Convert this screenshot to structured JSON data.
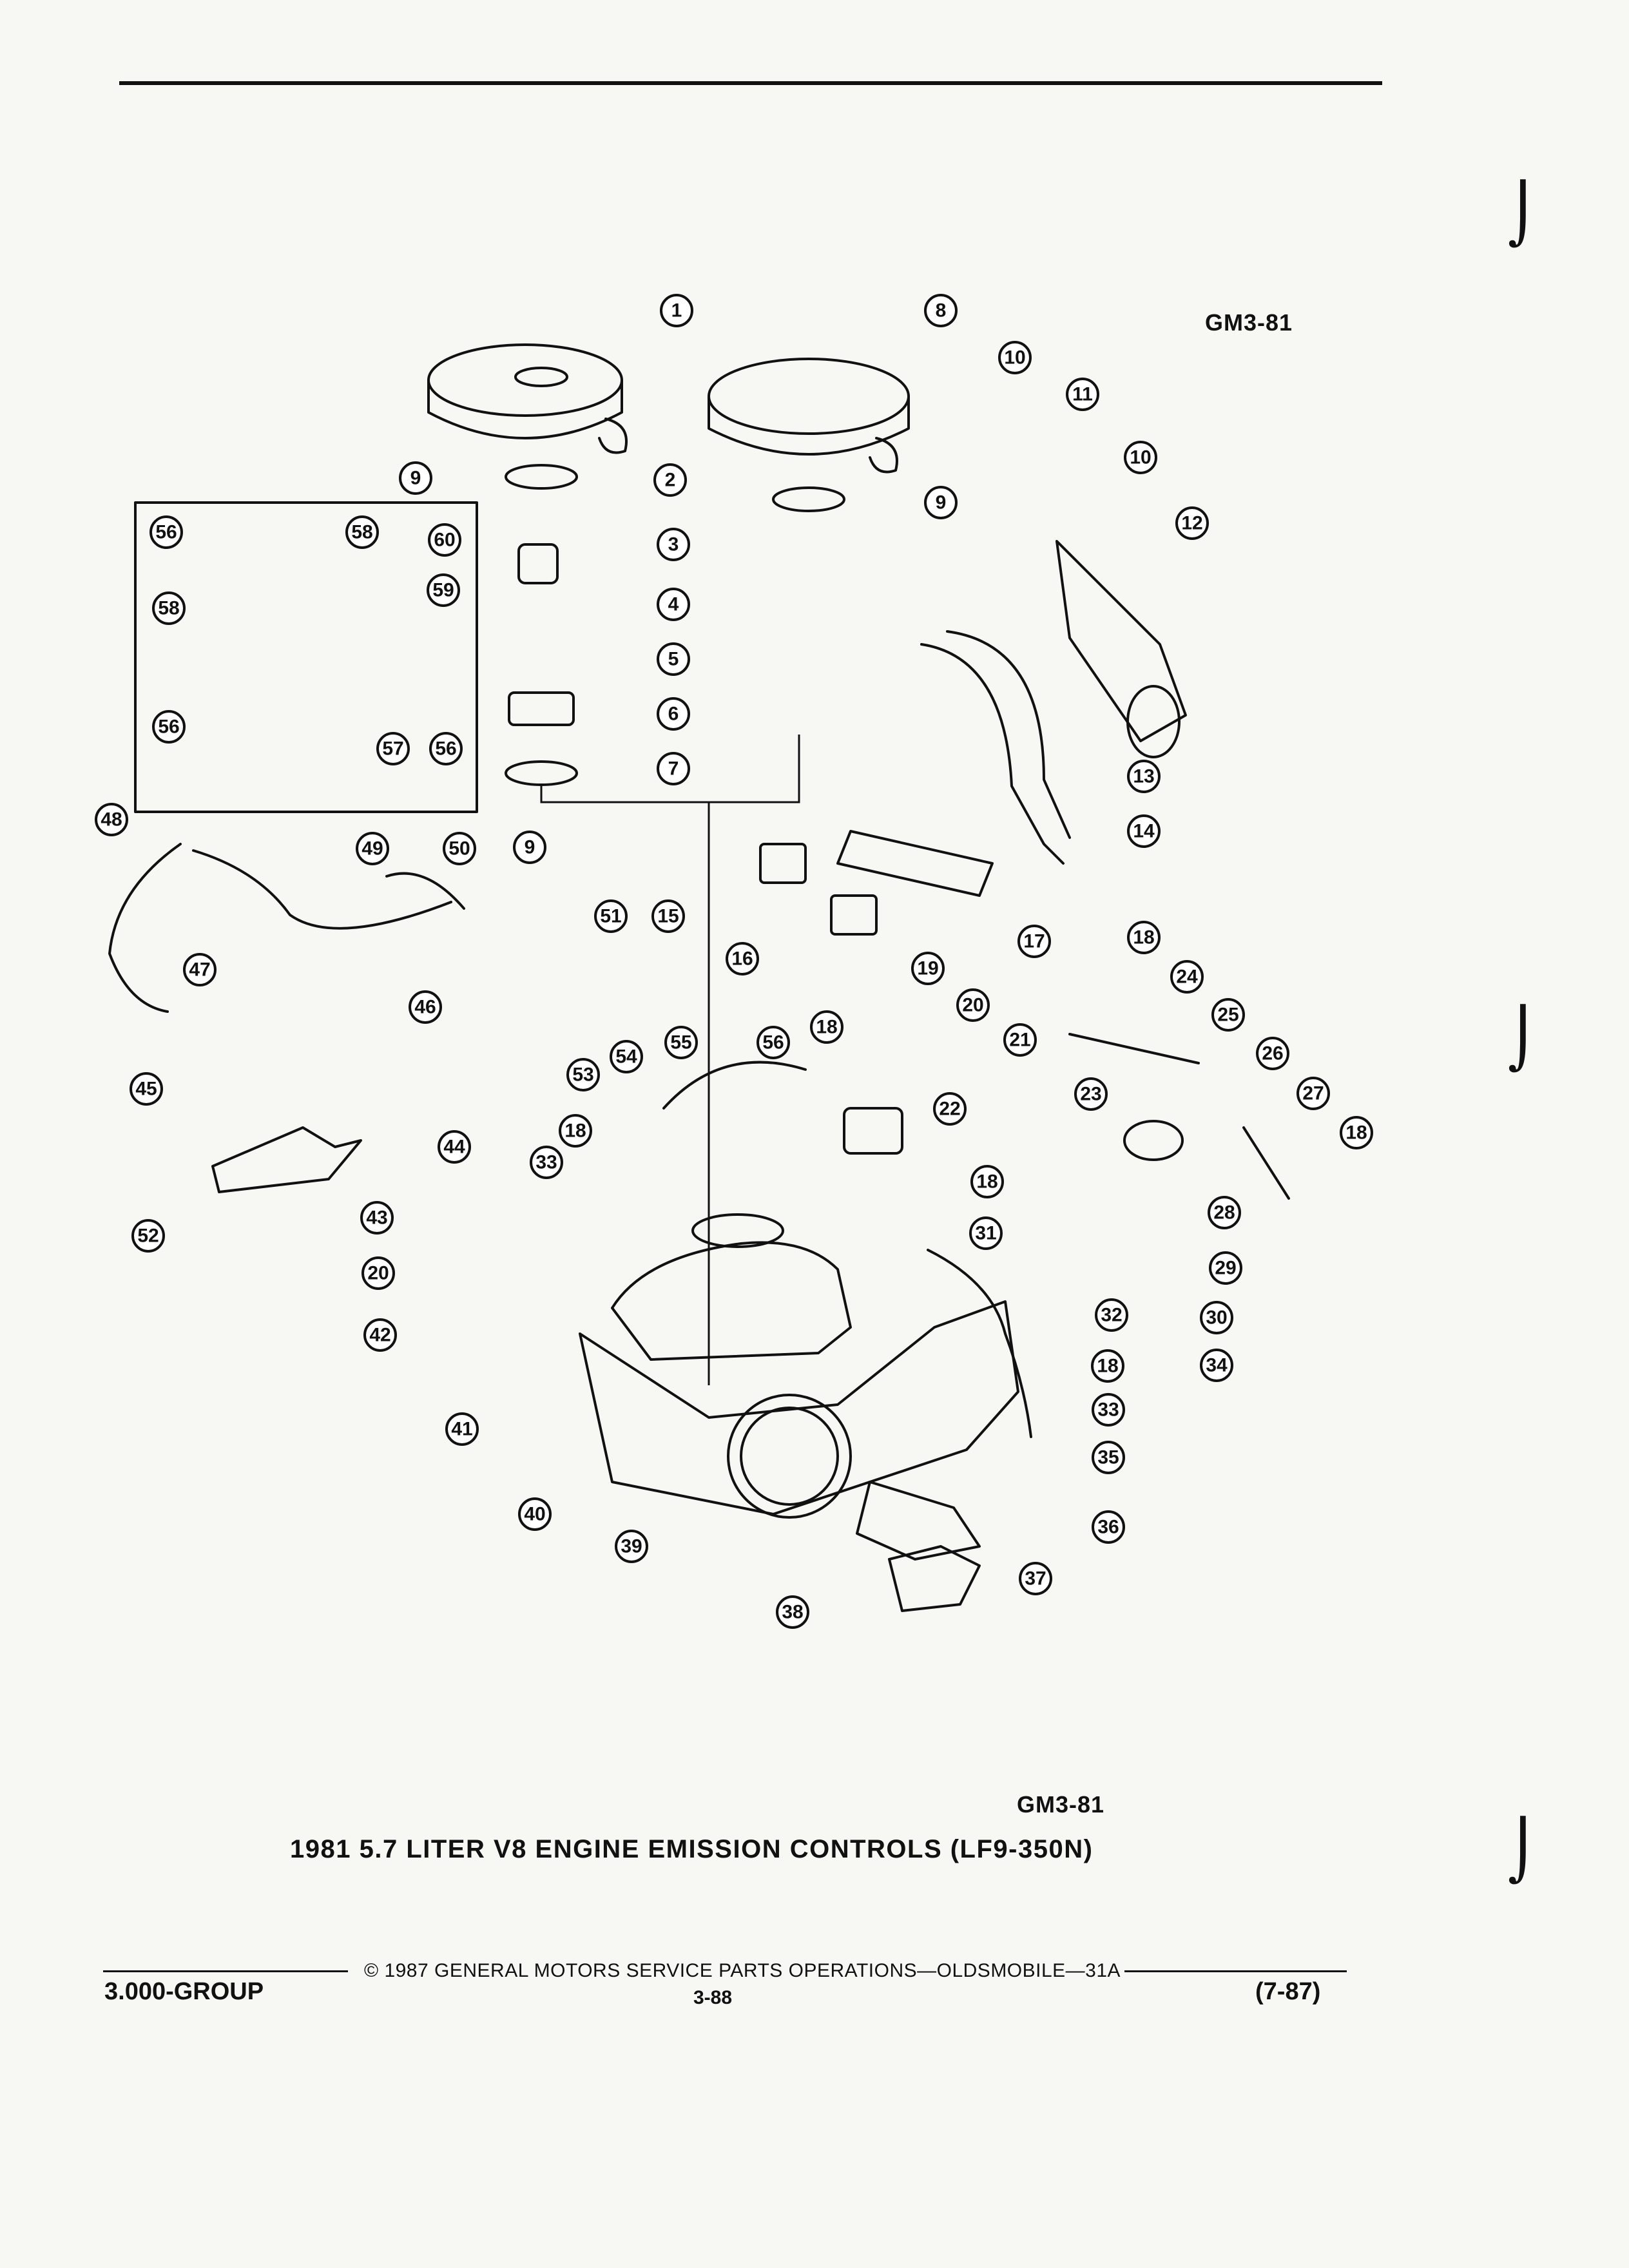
{
  "header": {
    "figure_code_top": "GM3-81"
  },
  "figure": {
    "figure_code_bottom": "GM3-81",
    "caption": "1981 5.7 LITER V8 ENGINE EMISSION CONTROLS (LF9-350N)",
    "callouts": [
      {
        "label": "1"
      },
      {
        "label": "8"
      },
      {
        "label": "10"
      },
      {
        "label": "11"
      },
      {
        "label": "10"
      },
      {
        "label": "12"
      },
      {
        "label": "9"
      },
      {
        "label": "2"
      },
      {
        "label": "3"
      },
      {
        "label": "4"
      },
      {
        "label": "5"
      },
      {
        "label": "6"
      },
      {
        "label": "7"
      },
      {
        "label": "9"
      },
      {
        "label": "9"
      },
      {
        "label": "13"
      },
      {
        "label": "14"
      },
      {
        "label": "56"
      },
      {
        "label": "58"
      },
      {
        "label": "60"
      },
      {
        "label": "58"
      },
      {
        "label": "59"
      },
      {
        "label": "56"
      },
      {
        "label": "57"
      },
      {
        "label": "56"
      },
      {
        "label": "48"
      },
      {
        "label": "49"
      },
      {
        "label": "50"
      },
      {
        "label": "51"
      },
      {
        "label": "15"
      },
      {
        "label": "17"
      },
      {
        "label": "16"
      },
      {
        "label": "18"
      },
      {
        "label": "19"
      },
      {
        "label": "24"
      },
      {
        "label": "47"
      },
      {
        "label": "46"
      },
      {
        "label": "20"
      },
      {
        "label": "21"
      },
      {
        "label": "25"
      },
      {
        "label": "55"
      },
      {
        "label": "56"
      },
      {
        "label": "18"
      },
      {
        "label": "26"
      },
      {
        "label": "54"
      },
      {
        "label": "53"
      },
      {
        "label": "22"
      },
      {
        "label": "23"
      },
      {
        "label": "27"
      },
      {
        "label": "45"
      },
      {
        "label": "18"
      },
      {
        "label": "18"
      },
      {
        "label": "44"
      },
      {
        "label": "33"
      },
      {
        "label": "18"
      },
      {
        "label": "28"
      },
      {
        "label": "52"
      },
      {
        "label": "43"
      },
      {
        "label": "31"
      },
      {
        "label": "29"
      },
      {
        "label": "20"
      },
      {
        "label": "30"
      },
      {
        "label": "32"
      },
      {
        "label": "42"
      },
      {
        "label": "34"
      },
      {
        "label": "18"
      },
      {
        "label": "33"
      },
      {
        "label": "41"
      },
      {
        "label": "35"
      },
      {
        "label": "40"
      },
      {
        "label": "36"
      },
      {
        "label": "39"
      },
      {
        "label": "37"
      },
      {
        "label": "38"
      }
    ]
  },
  "footer": {
    "copyright": "© 1987 GENERAL MOTORS SERVICE PARTS OPERATIONS—OLDSMOBILE—31A",
    "group": "3.000-GROUP",
    "page": "3-88",
    "revision": "(7-87)"
  }
}
